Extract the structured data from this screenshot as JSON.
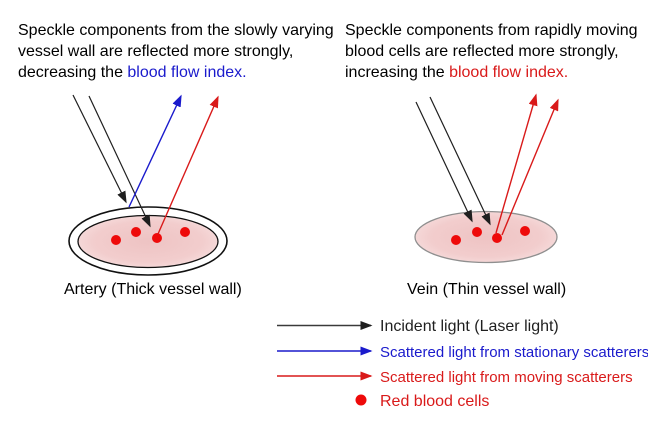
{
  "captions": {
    "left": {
      "line1": "Speckle components from the slowly varying",
      "line2": "vessel wall are reflected more strongly,",
      "line3_prefix": "decreasing the ",
      "line3_highlight": "blood flow index."
    },
    "right": {
      "line1": "Speckle components from rapidly moving",
      "line2": "blood cells are reflected more strongly,",
      "line3_prefix": "increasing the ",
      "line3_highlight": "blood flow index."
    }
  },
  "diagram_labels": {
    "artery": "Artery (Thick vessel wall)",
    "vein": "Vein (Thin vessel wall)"
  },
  "legend": {
    "items": [
      {
        "symbol": "black-arrow",
        "label": "Incident light (Laser light)"
      },
      {
        "symbol": "blue-arrow",
        "label": "Scattered light from stationary scatterers"
      },
      {
        "symbol": "red-arrow",
        "label": "Scattered light from moving scatterers"
      },
      {
        "symbol": "red-dot",
        "label": "Red blood cells"
      }
    ]
  },
  "colors": {
    "text-black": "#000000",
    "highlight-blue": "#1a1acc",
    "highlight-red": "#d91a1a",
    "arrow-black": "#1f1f1f",
    "legend-line-gray": "#3a3a3a",
    "dot-red": "#ee0a0a",
    "vessel-stroke-dark": "#111111",
    "vein-stroke-gray": "#8f8f8f",
    "vessel-fill-center": "#eec3c3",
    "vessel-fill-edge": "#f9e6e6"
  }
}
